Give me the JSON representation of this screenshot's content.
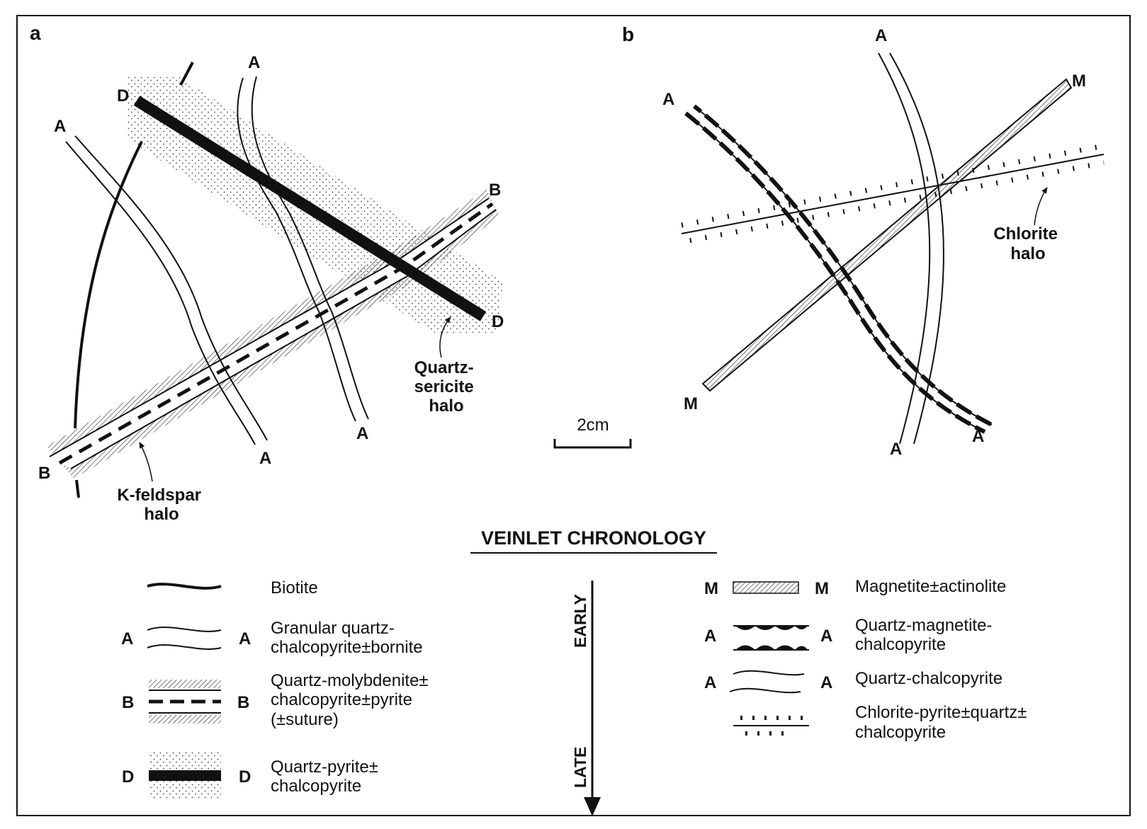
{
  "panels": {
    "a": "a",
    "b": "b"
  },
  "panel_a": {
    "labels": {
      "d_top": "D",
      "d_bottom": "D",
      "a_top_left": "A",
      "a_top_mid": "A",
      "a_bottom_left": "A",
      "a_bottom_mid": "A",
      "b_right": "B",
      "b_left": "B"
    },
    "halo_ksp": [
      "K-feldspar",
      "halo"
    ],
    "halo_qs": [
      "Quartz-",
      "sericite",
      "halo"
    ]
  },
  "panel_b": {
    "labels": {
      "a_top": "A",
      "a_left": "A",
      "m_right": "M",
      "m_left": "M",
      "a_bottom_a": "A",
      "a_bottom_b": "A"
    },
    "halo_chl": [
      "Chlorite",
      "halo"
    ]
  },
  "scale_bar": {
    "label": "2cm"
  },
  "legend_title": "VEINLET CHRONOLOGY",
  "arrow": {
    "early": "EARLY",
    "late": "LATE"
  },
  "legend_left": [
    {
      "key": "biotite",
      "left": "",
      "right": "",
      "lines": [
        "Biotite"
      ]
    },
    {
      "key": "A",
      "left": "A",
      "right": "A",
      "lines": [
        "Granular quartz-",
        "chalcopyrite±bornite"
      ]
    },
    {
      "key": "B",
      "left": "B",
      "right": "B",
      "lines": [
        "Quartz-molybdenite±",
        "chalcopyrite±pyrite",
        "(±suture)"
      ]
    },
    {
      "key": "D",
      "left": "D",
      "right": "D",
      "lines": [
        "Quartz-pyrite±",
        "chalcopyrite"
      ]
    }
  ],
  "legend_right": [
    {
      "key": "M",
      "left": "M",
      "right": "M",
      "lines": [
        "Magnetite±actinolite"
      ]
    },
    {
      "key": "A",
      "left": "A",
      "right": "A",
      "lines": [
        "Quartz-magnetite-",
        "chalcopyrite"
      ]
    },
    {
      "key": "A",
      "left": "A",
      "right": "A",
      "lines": [
        "Quartz-chalcopyrite"
      ]
    },
    {
      "key": "chl",
      "left": "",
      "right": "",
      "lines": [
        "Chlorite-pyrite±quartz±",
        "chalcopyrite"
      ]
    }
  ]
}
